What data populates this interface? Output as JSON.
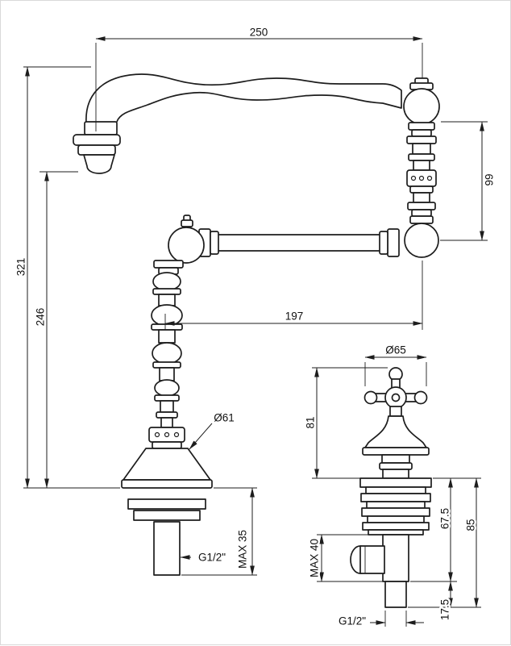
{
  "drawing": {
    "type": "faucet-technical-dimension-drawing",
    "line_color": "#1d1d1d",
    "background": "#ffffff",
    "faucet": {
      "spout_reach": "250",
      "spout_drop": "99",
      "overall_height": "321",
      "spout_height": "246",
      "arm_reach": "197",
      "base_diameter": "Ø61",
      "max_counter": "MAX 35",
      "thread": "G1/2\""
    },
    "valve": {
      "handle_diameter": "Ø65",
      "body_height": "81",
      "max_counter": "MAX 40",
      "under_counter_a": "67.5",
      "under_counter_b": "85",
      "tail_length": "17.5",
      "thread": "G1/2\""
    }
  }
}
